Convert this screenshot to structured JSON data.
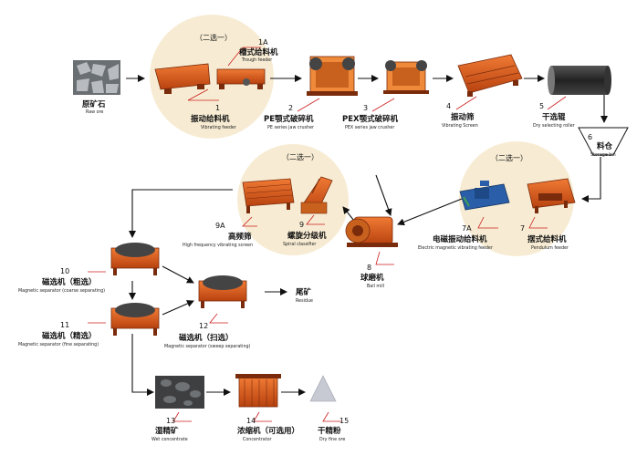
{
  "colors": {
    "machine_orange": "#d9541e",
    "machine_dark": "#7a2b0c",
    "bubble_fill": "#f7ecd3",
    "leader_red": "#cc1f1f",
    "arrow": "#111111"
  },
  "option_label": "（二选一）",
  "steps": {
    "raw_ore": {
      "num": "",
      "cn": "原矿石",
      "en": "Raw ore"
    },
    "s1": {
      "num": "1",
      "cn": "振动给料机",
      "en": "Vibrating feeder"
    },
    "s1a": {
      "num": "1A",
      "cn": "槽式给料机",
      "en": "Trough feeder"
    },
    "s2": {
      "num": "2",
      "cn": "PE颚式破碎机",
      "en": "PE series jaw crusher"
    },
    "s3": {
      "num": "3",
      "cn": "PEX颚式破碎机",
      "en": "PEX series jaw crusher"
    },
    "s4": {
      "num": "4",
      "cn": "振动筛",
      "en": "Vibrating Screen"
    },
    "s5": {
      "num": "5",
      "cn": "干选辊",
      "en": "Dry selecting roller"
    },
    "s6": {
      "num": "6",
      "cn": "料仓",
      "en": "Storage bin"
    },
    "s7": {
      "num": "7",
      "cn": "摆式给料机",
      "en": "Pendulum feeder"
    },
    "s7a": {
      "num": "7A",
      "cn": "电磁振动给料机",
      "en": "Electric magnetic vibrating feeder"
    },
    "s8": {
      "num": "8",
      "cn": "球磨机",
      "en": "Ball mill"
    },
    "s9": {
      "num": "9",
      "cn": "螺旋分级机",
      "en": "Spiral classifier"
    },
    "s9a": {
      "num": "9A",
      "cn": "高频筛",
      "en": "High frequency vibrating screen"
    },
    "s10": {
      "num": "10",
      "cn": "磁选机（粗选）",
      "en": "Magnetic separator (coarse separating)"
    },
    "s11": {
      "num": "11",
      "cn": "磁选机（精选）",
      "en": "Magnetic separator (fine separating)"
    },
    "s12": {
      "num": "12",
      "cn": "磁选机（扫选）",
      "en": "Magnetic separator (sweep separating)"
    },
    "tail": {
      "num": "",
      "cn": "尾矿",
      "en": "Residue"
    },
    "s13": {
      "num": "13",
      "cn": "湿精矿",
      "en": "Wet concentrate"
    },
    "s14": {
      "num": "14",
      "cn": "浓缩机（可选用）",
      "en": "Concentrator"
    },
    "s15": {
      "num": "15",
      "cn": "干精粉",
      "en": "Dry fine ore"
    }
  }
}
